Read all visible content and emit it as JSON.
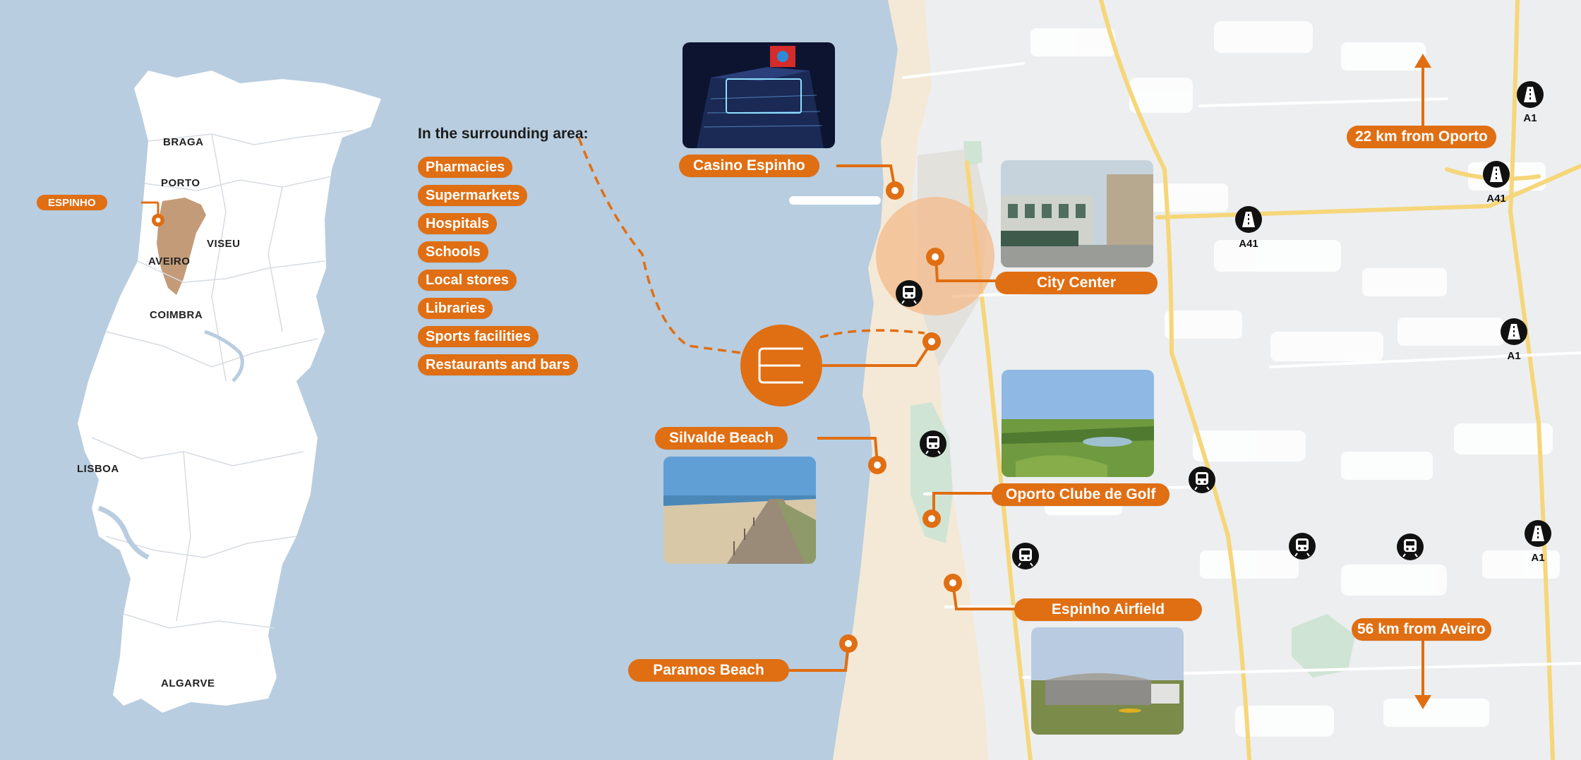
{
  "portugal_map": {
    "highlight_label": "ESPINHO",
    "regions": [
      "BRAGA",
      "PORTO",
      "VISEU",
      "AVEIRO",
      "COIMBRA",
      "LISBOA",
      "ALGARVE"
    ]
  },
  "surrounding": {
    "heading": "In the surrounding area:",
    "items": [
      "Pharmacies",
      "Supermarkets",
      "Hospitals",
      "Schools",
      "Local stores",
      "Libraries",
      "Sports facilities",
      "Restaurants and bars"
    ]
  },
  "places": {
    "casino": "Casino Espinho",
    "city_center": "City Center",
    "silvalde": "Silvalde Beach",
    "golf": "Oporto Clube de Golf",
    "airfield": "Espinho Airfield",
    "paramos": "Paramos Beach"
  },
  "distances": {
    "oporto": "22 km from Oporto",
    "aveiro": "56 km from Aveiro"
  },
  "highways": [
    "A1",
    "A41",
    "A41",
    "A1",
    "A1"
  ],
  "colors": {
    "accent": "#e06e12",
    "sea": "#b8cddf",
    "land": "#eceef0",
    "beach": "#f4e9d6",
    "green": "#cfe4d4",
    "road": "#f6d679"
  },
  "icons": {
    "train": "train-station-icon",
    "highway": "highway-icon",
    "logo": "development-logo-icon",
    "arrow": "direction-arrow-icon"
  }
}
